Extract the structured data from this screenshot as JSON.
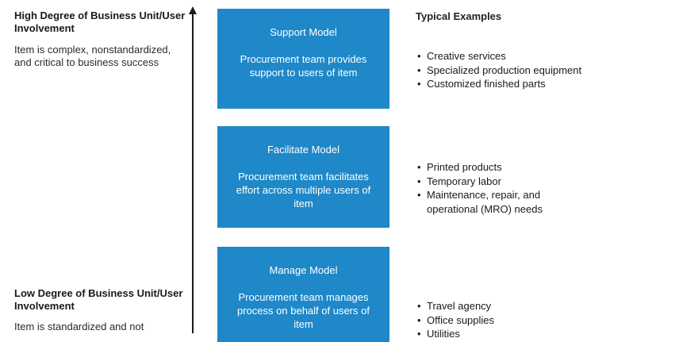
{
  "left": {
    "high_heading": "High Degree of Business Unit/User Involvement",
    "high_desc": "Item is complex, nonstandardized, and critical to business success",
    "low_heading": "Low Degree of Business Unit/User Involvement",
    "low_desc": "Item is standardized and not"
  },
  "models": [
    {
      "title": "Support Model",
      "desc": "Procurement team provides support to users of item"
    },
    {
      "title": "Facilitate Model",
      "desc": "Procurement team facilitates effort across multiple users of item"
    },
    {
      "title": "Manage Model",
      "desc": "Procurement team manages process on behalf of users of item"
    }
  ],
  "examples": {
    "heading": "Typical Examples",
    "groups": [
      [
        "Creative services",
        "Specialized production equipment",
        "Customized finished parts"
      ],
      [
        "Printed products",
        "Temporary labor",
        "Maintenance, repair, and operational (MRO) needs"
      ],
      [
        "Travel agency",
        "Office supplies",
        "Utilities"
      ]
    ]
  },
  "colors": {
    "box": "#1e88c8",
    "text": "#1a1a1a"
  }
}
